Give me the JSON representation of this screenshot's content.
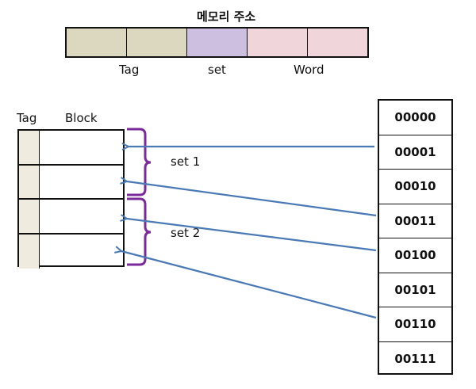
{
  "address": {
    "title": "메모리 주소",
    "fields": [
      "Tag",
      "set",
      "Word"
    ]
  },
  "cache": {
    "tag_header": "Tag",
    "block_header": "Block",
    "sets": [
      "set 1",
      "set 2"
    ]
  },
  "memory": {
    "addresses": [
      "00000",
      "00001",
      "00010",
      "00011",
      "00100",
      "00101",
      "00110",
      "00111"
    ]
  },
  "mappings": [
    {
      "from": "00001",
      "to_line": 1
    },
    {
      "from": "00011",
      "to_line": 2
    },
    {
      "from": "00100",
      "to_line": 3
    },
    {
      "from": "00110",
      "to_line": 4
    }
  ],
  "colors": {
    "tag_field": "#dcd8c0",
    "set_field": "#cdbfe0",
    "word_field": "#f0d6da",
    "arrow": "#4a7ab5",
    "brace": "#7a2a9a"
  }
}
